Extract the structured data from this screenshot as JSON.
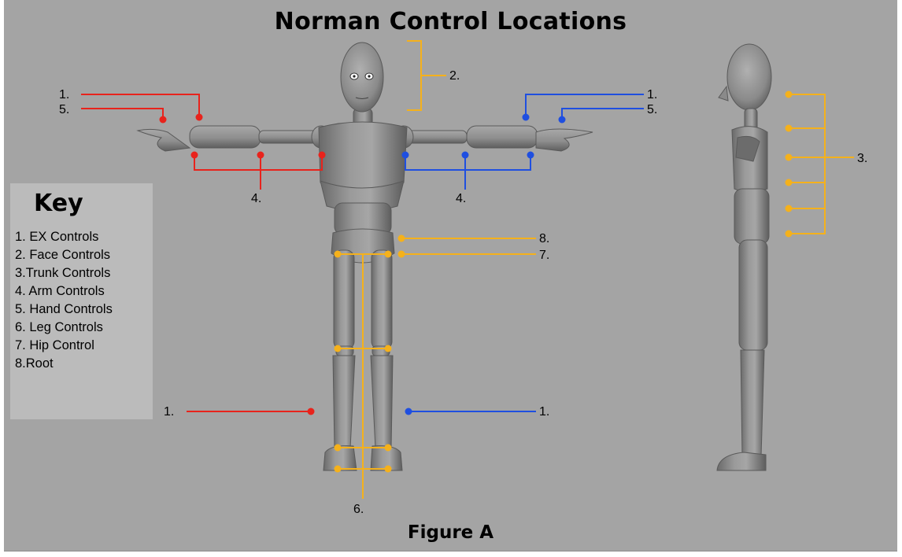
{
  "title": "Norman Control Locations",
  "caption": "Figure A",
  "key": {
    "heading": "Key",
    "items": [
      "1. EX Controls",
      "2. Face Controls",
      "3.Trunk Controls",
      "4. Arm Controls",
      "5. Hand Controls",
      "6. Leg Controls",
      "7. Hip Control",
      "8.Root"
    ]
  },
  "callouts": {
    "ex_left_arm": "1.",
    "hand_left": "5.",
    "face": "2.",
    "ex_right_arm": "1.",
    "hand_right": "5.",
    "arm_left": "4.",
    "arm_right": "4.",
    "root": "8.",
    "hip": "7.",
    "trunk": "3.",
    "ex_left_leg": "1.",
    "ex_right_leg": "1.",
    "leg": "6."
  },
  "colors": {
    "left_side": "#e8231c",
    "right_side": "#1f4fe0",
    "center": "#f5b11b",
    "background": "#a4a4a4",
    "key_panel": "#bbbbbb"
  }
}
